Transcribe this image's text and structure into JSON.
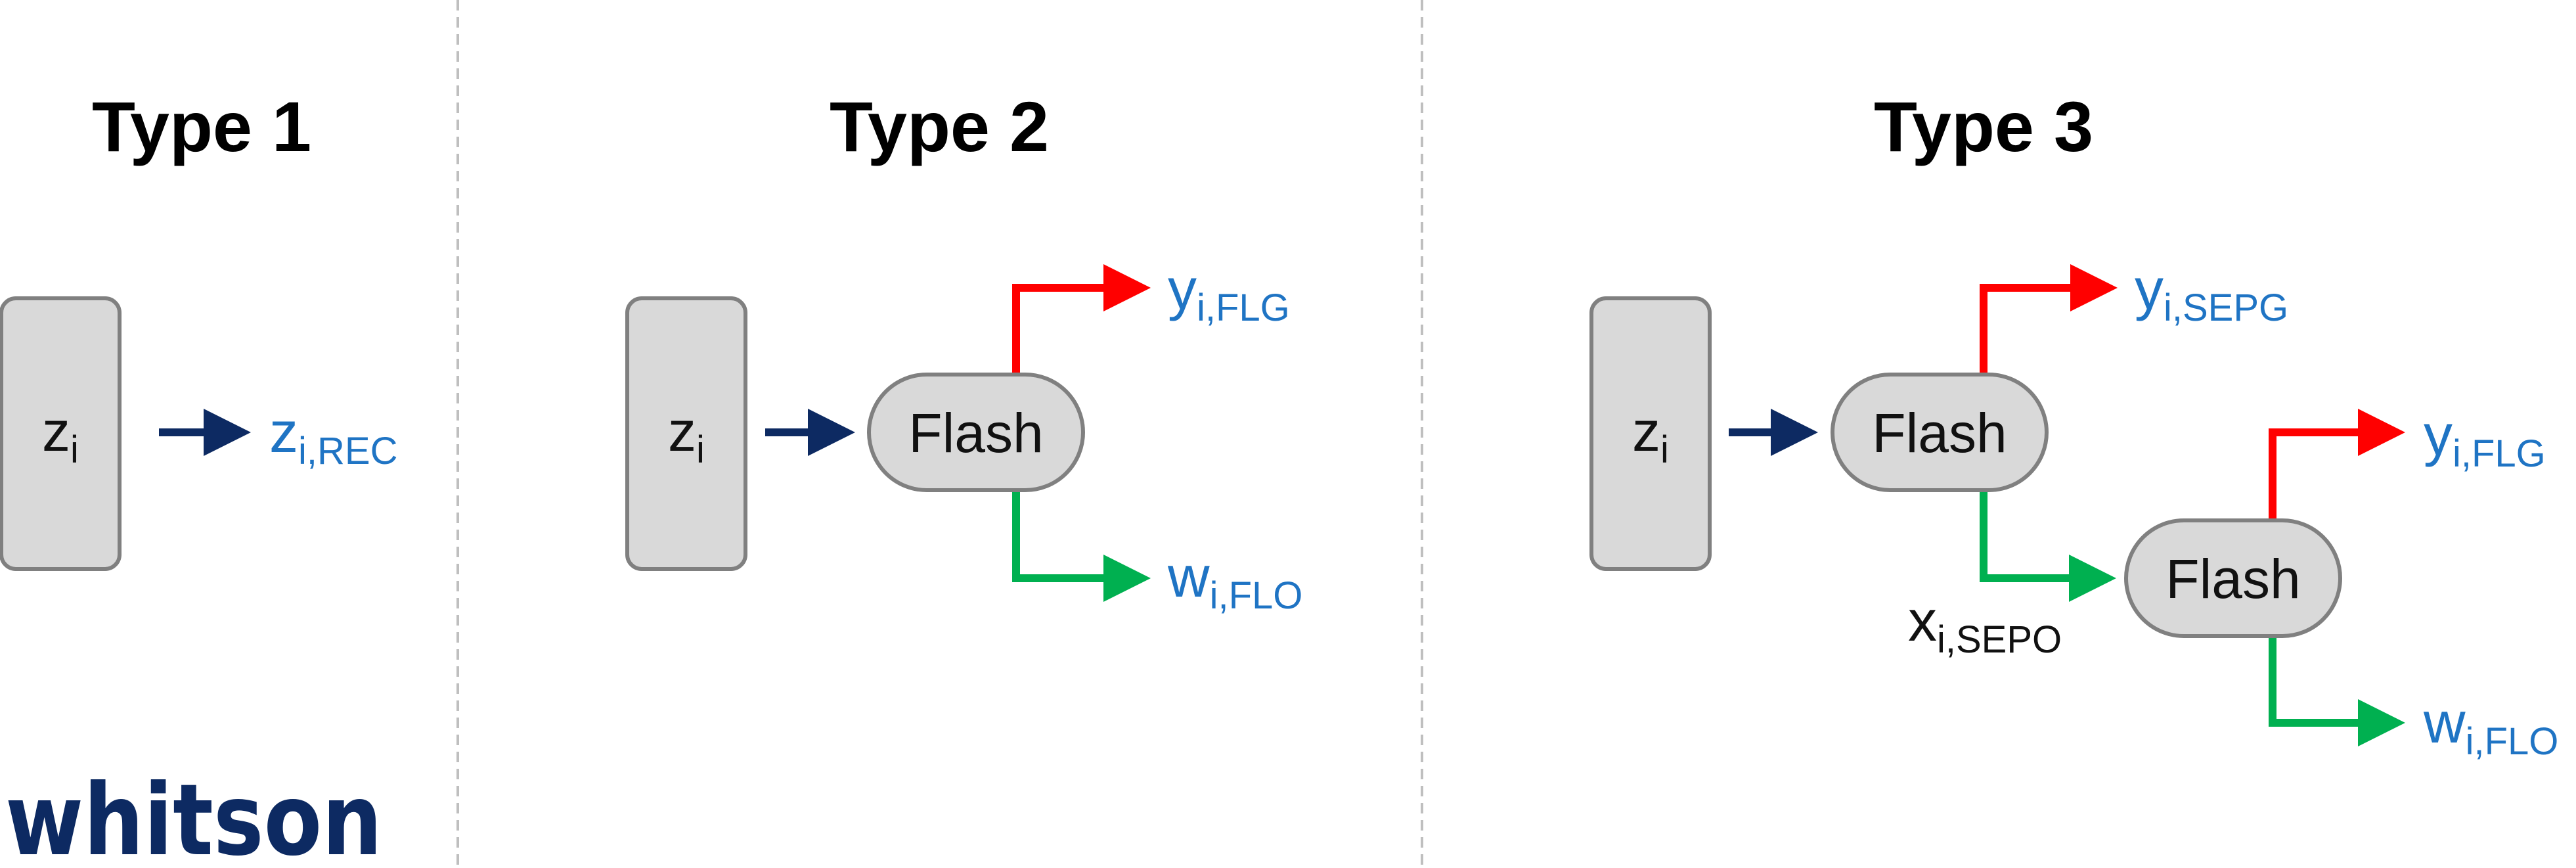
{
  "panels": [
    {
      "title": "Type 1",
      "feed_base": "z",
      "feed_sub": "i"
    },
    {
      "title": "Type 2",
      "feed_base": "z",
      "feed_sub": "i"
    },
    {
      "title": "Type 3",
      "feed_base": "z",
      "feed_sub": "i"
    }
  ],
  "type1": {
    "output": {
      "base": "z",
      "sub": "i,REC"
    }
  },
  "type2": {
    "flash_label": "Flash",
    "gas_out": {
      "base": "y",
      "sub": "i,FLG"
    },
    "oil_out": {
      "base": "w",
      "sub": "i,FLO"
    }
  },
  "type3": {
    "flash1_label": "Flash",
    "flash2_label": "Flash",
    "sep_gas_out": {
      "base": "y",
      "sub": "i,SEPG"
    },
    "sep_oil": {
      "base": "x",
      "sub": "i,SEPO"
    },
    "gas_out": {
      "base": "y",
      "sub": "i,FLG"
    },
    "oil_out": {
      "base": "w",
      "sub": "i,FLO"
    }
  },
  "logo": {
    "text": "whitson"
  },
  "colors": {
    "feed_arrow": "#0d2a62",
    "gas_line": "#ff0000",
    "oil_line": "#00b050",
    "stream_label": "#1f74c4",
    "box_fill": "#d9d9d9",
    "box_stroke": "#808080",
    "divider": "#bfbfbf",
    "logo": "#0d2a62"
  }
}
